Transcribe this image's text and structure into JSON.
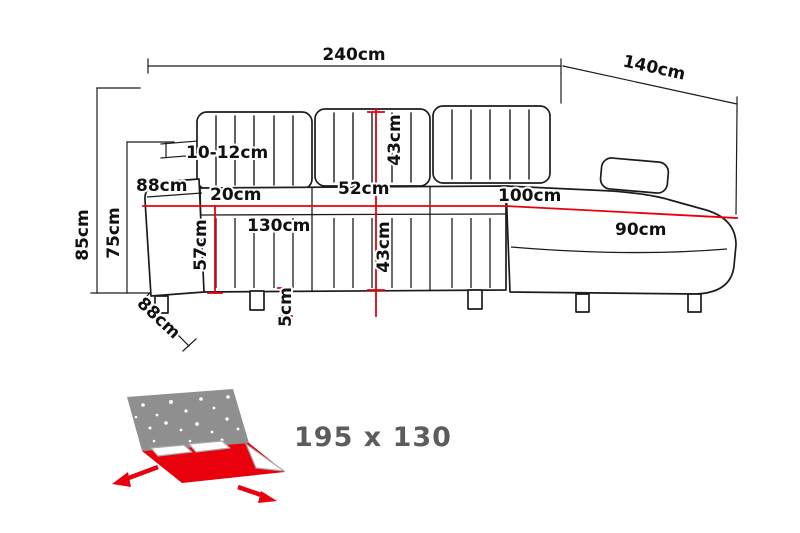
{
  "colors": {
    "line": "#1c1c1c",
    "red": "#e8000d",
    "gray": "#8f8f8f",
    "label_text": "#111111",
    "bed_label_text": "#5c5c5c"
  },
  "sofa": {
    "labels": {
      "total_width": "240cm",
      "chaise_depth": "140cm",
      "total_height": "85cm",
      "armrest_height": "75cm",
      "backrest_thickness": "10-12cm",
      "armrest_depth": "88cm",
      "armrest_width": "20cm",
      "backrest_cushion_height": "43cm",
      "seat_depth": "52cm",
      "chaise_inner_length": "100cm",
      "seat_width": "130cm",
      "seat_height": "57cm",
      "front_cushion_height": "43cm",
      "chaise_seat_width": "90cm",
      "leg_height": "5cm",
      "side_depth": "88cm"
    }
  },
  "bed_function": {
    "sleeping_area": "195 x 130"
  }
}
